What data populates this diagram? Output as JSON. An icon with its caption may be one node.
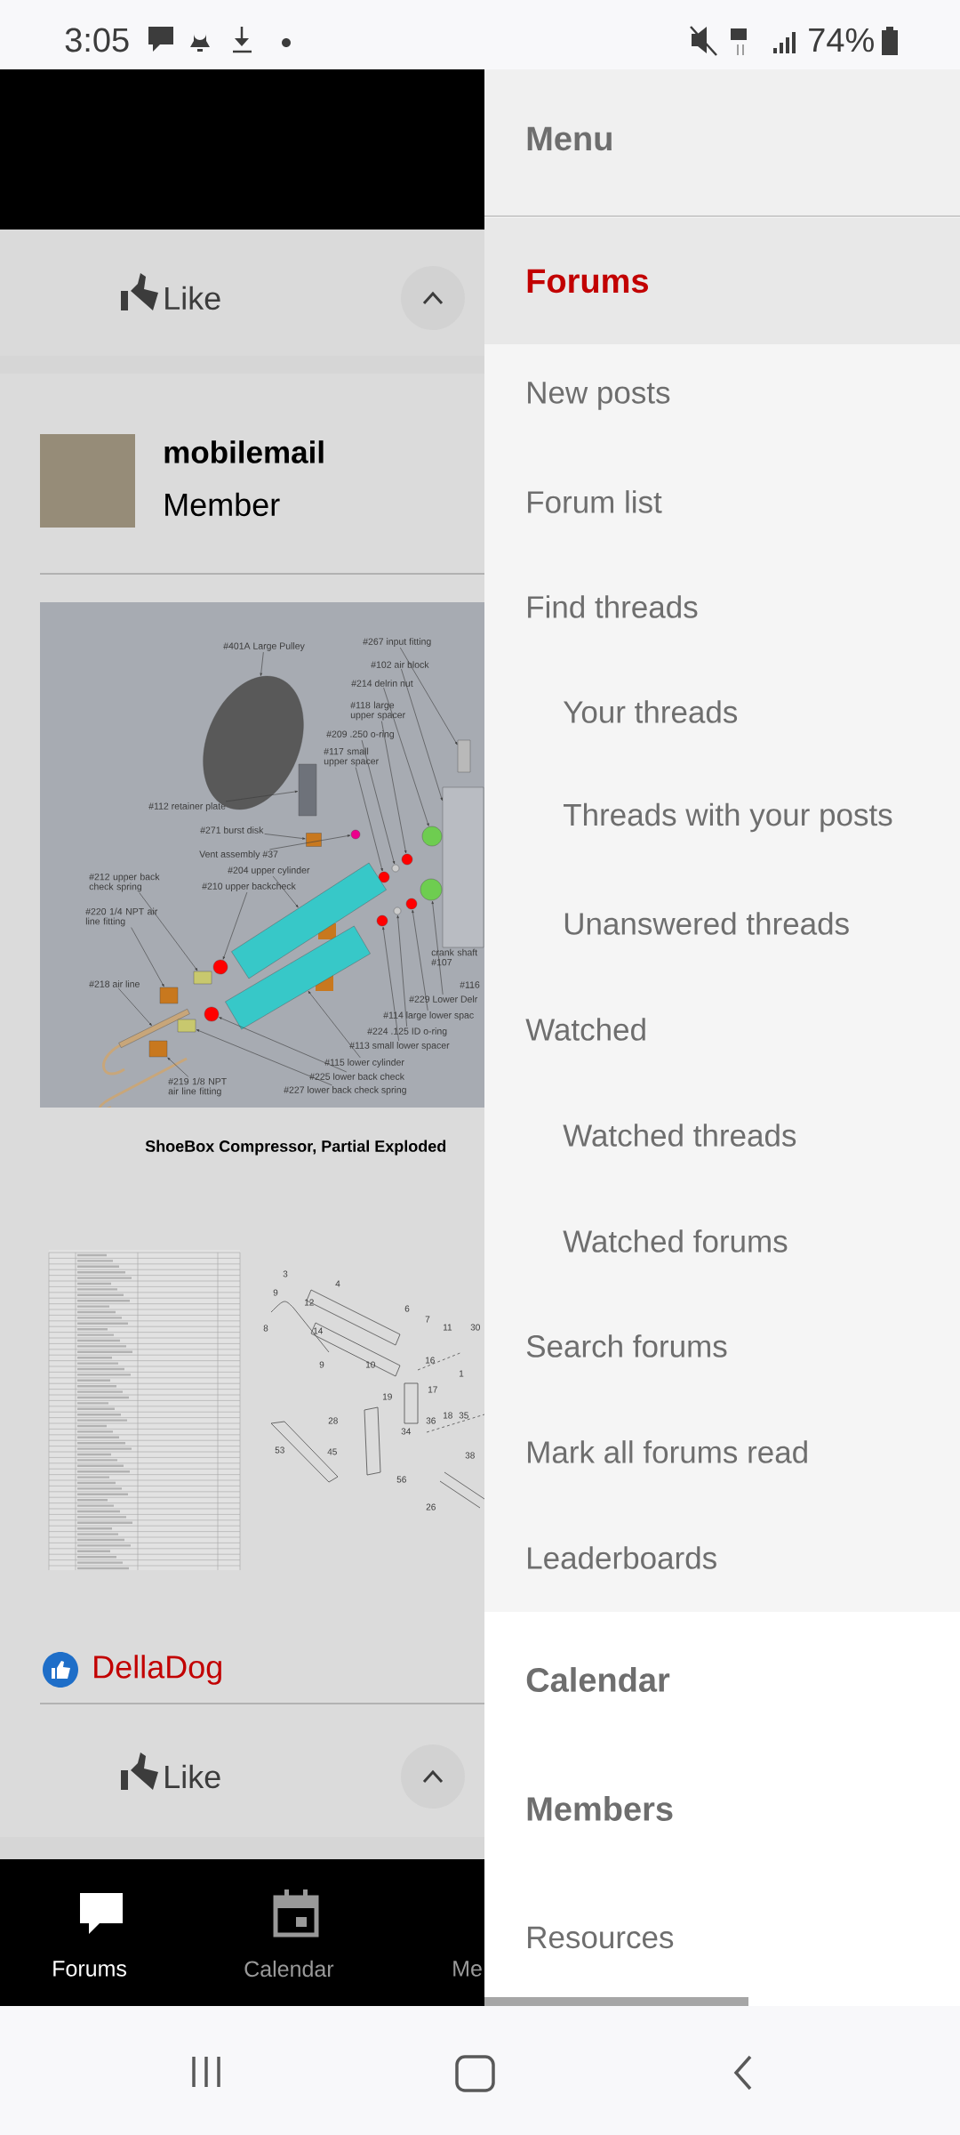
{
  "diagram": {
    "nodes": [
      {
        "text": [
          "#401A  Large Pulley"
        ]
      },
      {
        "text": [
          "#267 input fitting"
        ]
      },
      {
        "text": [
          "#102 air block"
        ]
      },
      {
        "text": [
          "#214 delrin nut"
        ]
      },
      {
        "text": [
          "#118 large upper spacer"
        ]
      },
      {
        "text": [
          "#209 .250 o-ring"
        ]
      },
      {
        "text": [
          "#117 small upper spacer"
        ]
      },
      {
        "text": [
          "#112 retainer plate"
        ]
      },
      {
        "text": [
          "#271 burst disk"
        ]
      },
      {
        "text": [
          "Vent assembly #37"
        ]
      },
      {
        "text": [
          "#204 upper cylinder"
        ]
      },
      {
        "text": [
          "#212 upper back check spring"
        ]
      },
      {
        "text": [
          "#210 upper backcheck"
        ]
      },
      {
        "text": [
          "#220  1/4 NPT air line fitting"
        ]
      },
      {
        "text": [
          "#218 air line"
        ]
      },
      {
        "text": [
          "crank shaft #107"
        ]
      },
      {
        "text": [
          "#116"
        ]
      },
      {
        "text": [
          "#229  Lower Delr"
        ]
      },
      {
        "text": [
          "#114 large lower spac"
        ]
      },
      {
        "text": [
          "#224 .125 ID o-ring"
        ]
      },
      {
        "text": [
          "#113 small lower spacer"
        ]
      },
      {
        "text": [
          "#115 lower cylinder"
        ]
      },
      {
        "text": [
          "#225 lower back check"
        ]
      },
      {
        "text": [
          "#227 lower back check spring"
        ]
      },
      {
        "text": [
          "#219 1/8 NPT air line fitting"
        ]
      },
      {
        "text": [],
        "shape": "picture"
      },
      {
        "text": [],
        "shape": "box"
      },
      {
        "text": [],
        "shape": "box"
      },
      {
        "text": [],
        "shape": "circle"
      },
      {
        "text": [],
        "shape": "circle"
      },
      {
        "text": [],
        "shape": "circle"
      },
      {
        "text": [],
        "shape": "circle"
      },
      {
        "text": [],
        "shape": "box"
      },
      {
        "text": [],
        "shape": "box"
      },
      {
        "text": [],
        "shape": "circle"
      },
      {
        "text": [],
        "shape": "cylinder"
      },
      {
        "text": [],
        "shape": "box"
      },
      {
        "text": [],
        "shape": "circle"
      },
      {
        "text": [],
        "shape": "box"
      },
      {
        "text": [],
        "shape": "bar"
      },
      {
        "text": [],
        "shape": "circle"
      },
      {
        "text": [],
        "shape": "circle"
      },
      {
        "text": [],
        "shape": "circle"
      },
      {
        "text": [],
        "shape": "circle"
      },
      {
        "text": [],
        "shape": "cylinder"
      },
      {
        "text": [],
        "shape": "circle"
      },
      {
        "text": [],
        "shape": "box"
      },
      {
        "text": [],
        "shape": "box"
      }
    ],
    "edges": [
      {
        "from": 0,
        "to": 25,
        "arrow": "to"
      },
      {
        "from": 1,
        "to": 26,
        "arrow": "to"
      },
      {
        "from": 2,
        "to": 27,
        "arrow": "to"
      },
      {
        "from": 3,
        "to": 28,
        "arrow": "to"
      },
      {
        "from": 4,
        "to": 29,
        "arrow": "to"
      },
      {
        "from": 5,
        "to": 30,
        "arrow": "to"
      },
      {
        "from": 6,
        "to": 31,
        "arrow": "to"
      },
      {
        "from": 7,
        "to": 32,
        "arrow": "to"
      },
      {
        "from": 8,
        "to": 33,
        "arrow": "to"
      },
      {
        "from": 9,
        "to": 34,
        "arrow": "to"
      },
      {
        "from": 10,
        "to": 35,
        "arrow": "to"
      },
      {
        "from": 11,
        "to": 36,
        "arrow": "to"
      },
      {
        "from": 12,
        "to": 37,
        "arrow": "to"
      },
      {
        "from": 13,
        "to": 38,
        "arrow": "to"
      },
      {
        "from": 14,
        "to": 39,
        "arrow": "to"
      },
      {
        "from": 17,
        "to": 40,
        "arrow": "to"
      },
      {
        "from": 18,
        "to": 41,
        "arrow": "to"
      },
      {
        "from": 19,
        "to": 42,
        "arrow": "to"
      },
      {
        "from": 20,
        "to": 43,
        "arrow": "to"
      },
      {
        "from": 21,
        "to": 44,
        "arrow": "to"
      },
      {
        "from": 22,
        "to": 45,
        "arrow": "to"
      },
      {
        "from": 23,
        "to": 46,
        "arrow": "to"
      },
      {
        "from": 24,
        "to": 47,
        "arrow": "to"
      }
    ],
    "labels": [
      "3:05",
      "74%",
      "Like",
      "mobilemail",
      "Member",
      "ShoeBox Compressor, Partial Exploded",
      "3",
      "4",
      "9",
      "12",
      "6",
      "7",
      "8",
      "14",
      "11",
      "30",
      "9",
      "10",
      "16",
      "1",
      "19",
      "17",
      "28",
      "36",
      "18",
      "35",
      "34",
      "53",
      "45",
      "38",
      "56",
      "26",
      "DellaDog",
      "Like",
      "Forums",
      "Calendar",
      "Me",
      "Menu",
      "Forums",
      "New posts",
      "Forum list",
      "Find threads",
      "Your threads",
      "Threads with your posts",
      "Unanswered threads",
      "Watched",
      "Watched threads",
      "Watched forums",
      "Search forums",
      "Mark all forums read",
      "Leaderboards",
      "Calendar",
      "Members",
      "Resources"
    ]
  }
}
